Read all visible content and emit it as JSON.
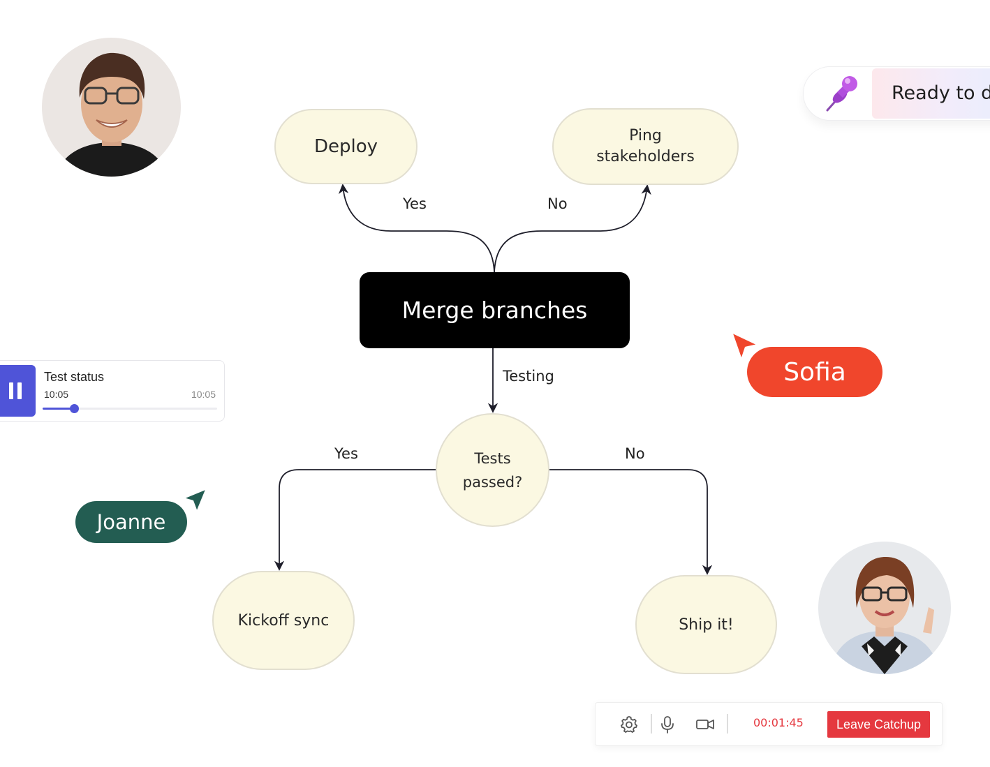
{
  "flowchart": {
    "nodes": {
      "deploy": "Deploy",
      "ping": "Ping\nstakeholders",
      "merge": "Merge branches",
      "tests": "Tests\npassed?",
      "kickoff": "Kickoff sync",
      "ship": "Ship it!"
    },
    "edges": {
      "merge_to_deploy": "Yes",
      "merge_to_ping": "No",
      "merge_to_tests": "Testing",
      "tests_to_kickoff": "Yes",
      "tests_to_ship": "No"
    }
  },
  "cursors": {
    "sofia": {
      "label": "Sofia",
      "color": "#f0462c"
    },
    "joanne": {
      "label": "Joanne",
      "color": "#235d52"
    }
  },
  "test_status": {
    "title": "Test status",
    "current_time": "10:05",
    "total_time": "10:05",
    "progress_fraction": 0.18,
    "icon": "pause-icon",
    "accent": "#4f54d8"
  },
  "pinned_note": {
    "icon": "pushpin-icon",
    "text": "Ready to de"
  },
  "call_toolbar": {
    "icons": [
      "settings-gear-icon",
      "microphone-icon",
      "video-camera-icon"
    ],
    "timer": "00:01:45",
    "leave_label": "Leave Catchup",
    "leave_color": "#e5383f"
  },
  "avatars": [
    {
      "name": "participant-avatar-man"
    },
    {
      "name": "participant-avatar-woman"
    }
  ]
}
